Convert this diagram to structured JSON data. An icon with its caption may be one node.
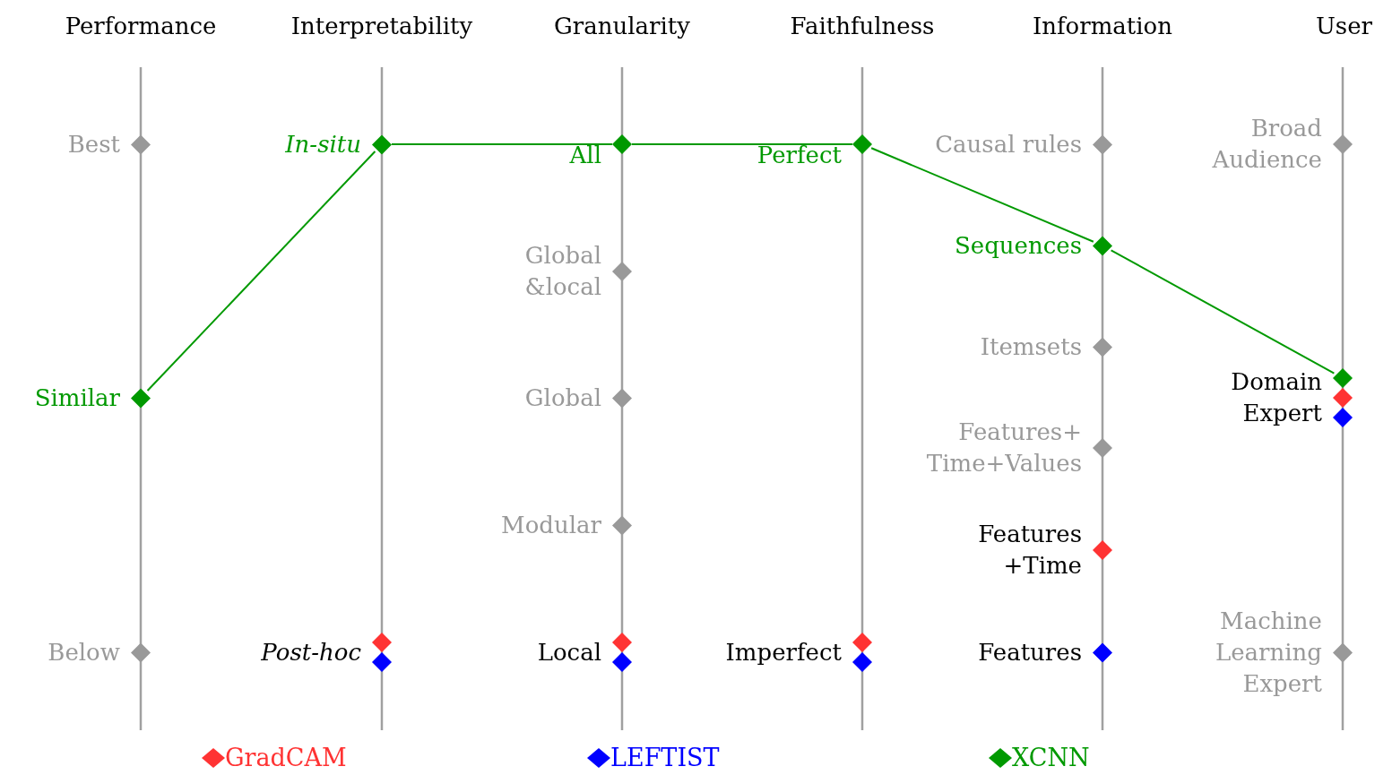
{
  "diagram": {
    "nodes": [
      {
        "text": [
          "Best"
        ]
      },
      {
        "text": [
          "Similar"
        ]
      },
      {
        "text": [
          "Below"
        ]
      },
      {
        "text": [
          "In-situ"
        ]
      },
      {
        "text": [
          "Post-hoc"
        ]
      },
      {
        "text": [
          "All"
        ]
      },
      {
        "text": [
          "Global &local"
        ]
      },
      {
        "text": [
          "Global"
        ]
      },
      {
        "text": [
          "Modular"
        ]
      },
      {
        "text": [
          "Local"
        ]
      },
      {
        "text": [
          "Perfect"
        ]
      },
      {
        "text": [
          "Imperfect"
        ]
      },
      {
        "text": [
          "Causal rules"
        ]
      },
      {
        "text": [
          "Sequences"
        ]
      },
      {
        "text": [
          "Itemsets"
        ]
      },
      {
        "text": [
          "Features+ Time+Values"
        ]
      },
      {
        "text": [
          "Features +Time"
        ]
      },
      {
        "text": [
          "Features"
        ]
      },
      {
        "text": [
          "Broad Audience"
        ]
      },
      {
        "text": [
          "Domain Expert"
        ]
      },
      {
        "text": [
          "Machine Learning Expert"
        ]
      }
    ],
    "edges": [
      {
        "from": 1,
        "to": 3,
        "arrow": "none",
        "color": "#009900"
      },
      {
        "from": 3,
        "to": 5,
        "arrow": "none",
        "color": "#009900"
      },
      {
        "from": 5,
        "to": 10,
        "arrow": "none",
        "color": "#009900"
      },
      {
        "from": 10,
        "to": 13,
        "arrow": "none",
        "color": "#009900"
      },
      {
        "from": 13,
        "to": 19,
        "arrow": "none",
        "color": "#009900"
      }
    ],
    "labels": [
      "Performance",
      "Interpretability",
      "Granularity",
      "Faithfulness",
      "Information",
      "User"
    ],
    "legend": [
      {
        "text": "GradCAM",
        "color": "#ff3333"
      },
      {
        "text": "LEFTIST",
        "color": "#0000ff"
      },
      {
        "text": "XCNN",
        "color": "#009900"
      }
    ]
  }
}
